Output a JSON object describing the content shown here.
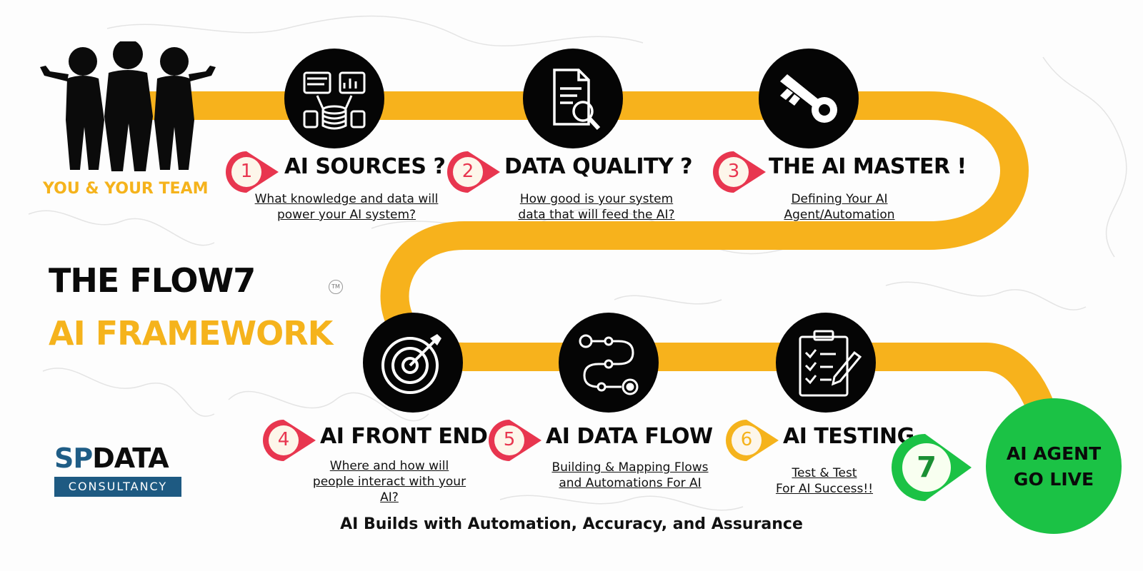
{
  "team": {
    "label": "YOU & YOUR TEAM",
    "icon": "team-people-icon"
  },
  "framework": {
    "title_line1": "THE FLOW7",
    "title_line2": "AI FRAMEWORK",
    "trademark": "TM",
    "accent_color": "#f5b31c"
  },
  "steps": [
    {
      "number": "1",
      "title": "AI SOURCES ?",
      "desc": [
        "What knowledge and data will",
        "power your AI system?"
      ],
      "icon": "data-sources-icon",
      "pin_color": "#e8364f"
    },
    {
      "number": "2",
      "title": "DATA QUALITY ?",
      "desc": [
        "How good is your system",
        "data that will feed the AI?"
      ],
      "icon": "document-search-icon",
      "pin_color": "#e8364f"
    },
    {
      "number": "3",
      "title": "THE AI MASTER !",
      "desc": [
        "Defining Your AI",
        "Agent/Automation"
      ],
      "icon": "key-icon",
      "pin_color": "#e8364f"
    },
    {
      "number": "4",
      "title": "AI FRONT END",
      "desc": [
        "Where and how will",
        "people interact with your",
        "AI?"
      ],
      "icon": "target-icon",
      "pin_color": "#e8364f"
    },
    {
      "number": "5",
      "title": "AI DATA FLOW",
      "desc": [
        "Building & Mapping Flows",
        "and Automations For AI"
      ],
      "icon": "flow-path-icon",
      "pin_color": "#e8364f"
    },
    {
      "number": "6",
      "title": "AI TESTING",
      "desc": [
        "Test & Test",
        "For AI Success!!"
      ],
      "icon": "clipboard-checklist-icon",
      "pin_color": "#f5b31c"
    }
  ],
  "final": {
    "number": "7",
    "line1": "AI AGENT",
    "line2": "GO LIVE",
    "color": "#1bc245"
  },
  "logo": {
    "sp": "SP",
    "data": "DATA",
    "sub": "CONSULTANCY",
    "brand_color": "#1e5a82"
  },
  "tagline": "AI Builds with Automation, Accuracy, and Assurance"
}
